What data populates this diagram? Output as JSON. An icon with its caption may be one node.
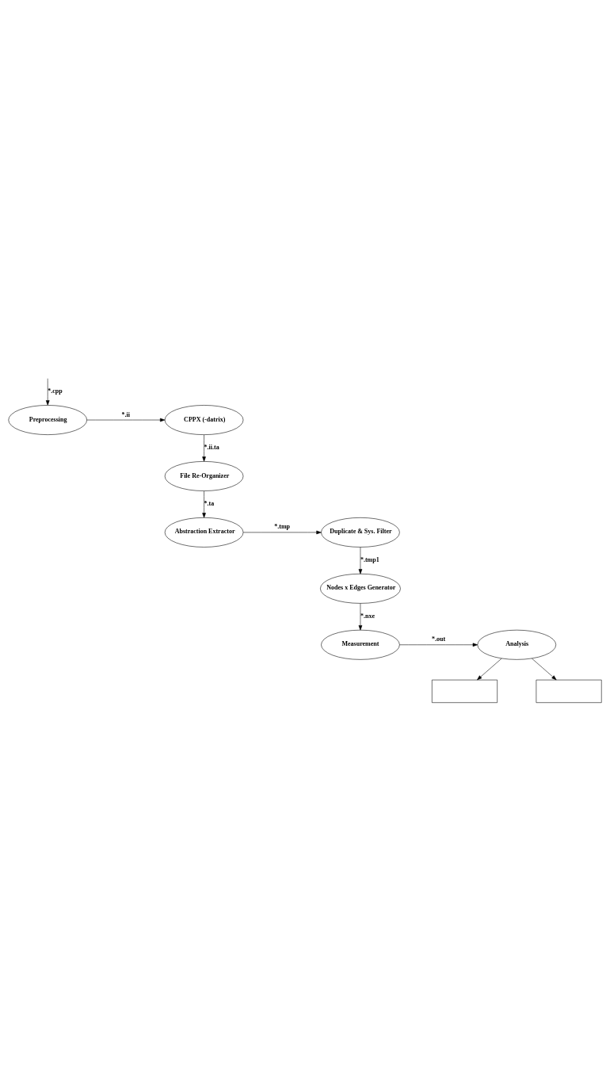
{
  "diagram": {
    "nodes": [
      {
        "text": [
          "Preprocessing"
        ]
      },
      {
        "text": [
          "CPPX (-datrix)"
        ]
      },
      {
        "text": [
          "File Re-Organizer"
        ]
      },
      {
        "text": [
          "Abstraction Extractor"
        ]
      },
      {
        "text": [
          "Duplicate & Sys. Filter"
        ]
      },
      {
        "text": [
          "Nodes x Edges Generator"
        ]
      },
      {
        "text": [
          "Measurement"
        ]
      },
      {
        "text": [
          "Analysis"
        ]
      },
      {
        "text": [],
        "shape": "box"
      },
      {
        "text": [],
        "shape": "box"
      }
    ],
    "edges": [
      {
        "from": null,
        "to": 0,
        "arrow": "to",
        "label": "*.cpp"
      },
      {
        "from": 0,
        "to": 1,
        "arrow": "to",
        "label": "*.ii"
      },
      {
        "from": 1,
        "to": 2,
        "arrow": "to",
        "label": "*.ii.ta"
      },
      {
        "from": 2,
        "to": 3,
        "arrow": "to",
        "label": "*.ta"
      },
      {
        "from": 3,
        "to": 4,
        "arrow": "to",
        "label": "*.tmp"
      },
      {
        "from": 4,
        "to": 5,
        "arrow": "to",
        "label": "*.tmp1"
      },
      {
        "from": 5,
        "to": 6,
        "arrow": "to",
        "label": "*.nxe"
      },
      {
        "from": 6,
        "to": 7,
        "arrow": "to",
        "label": "*.out"
      },
      {
        "from": 7,
        "to": 8,
        "arrow": "to"
      },
      {
        "from": 7,
        "to": 9,
        "arrow": "to"
      }
    ]
  }
}
